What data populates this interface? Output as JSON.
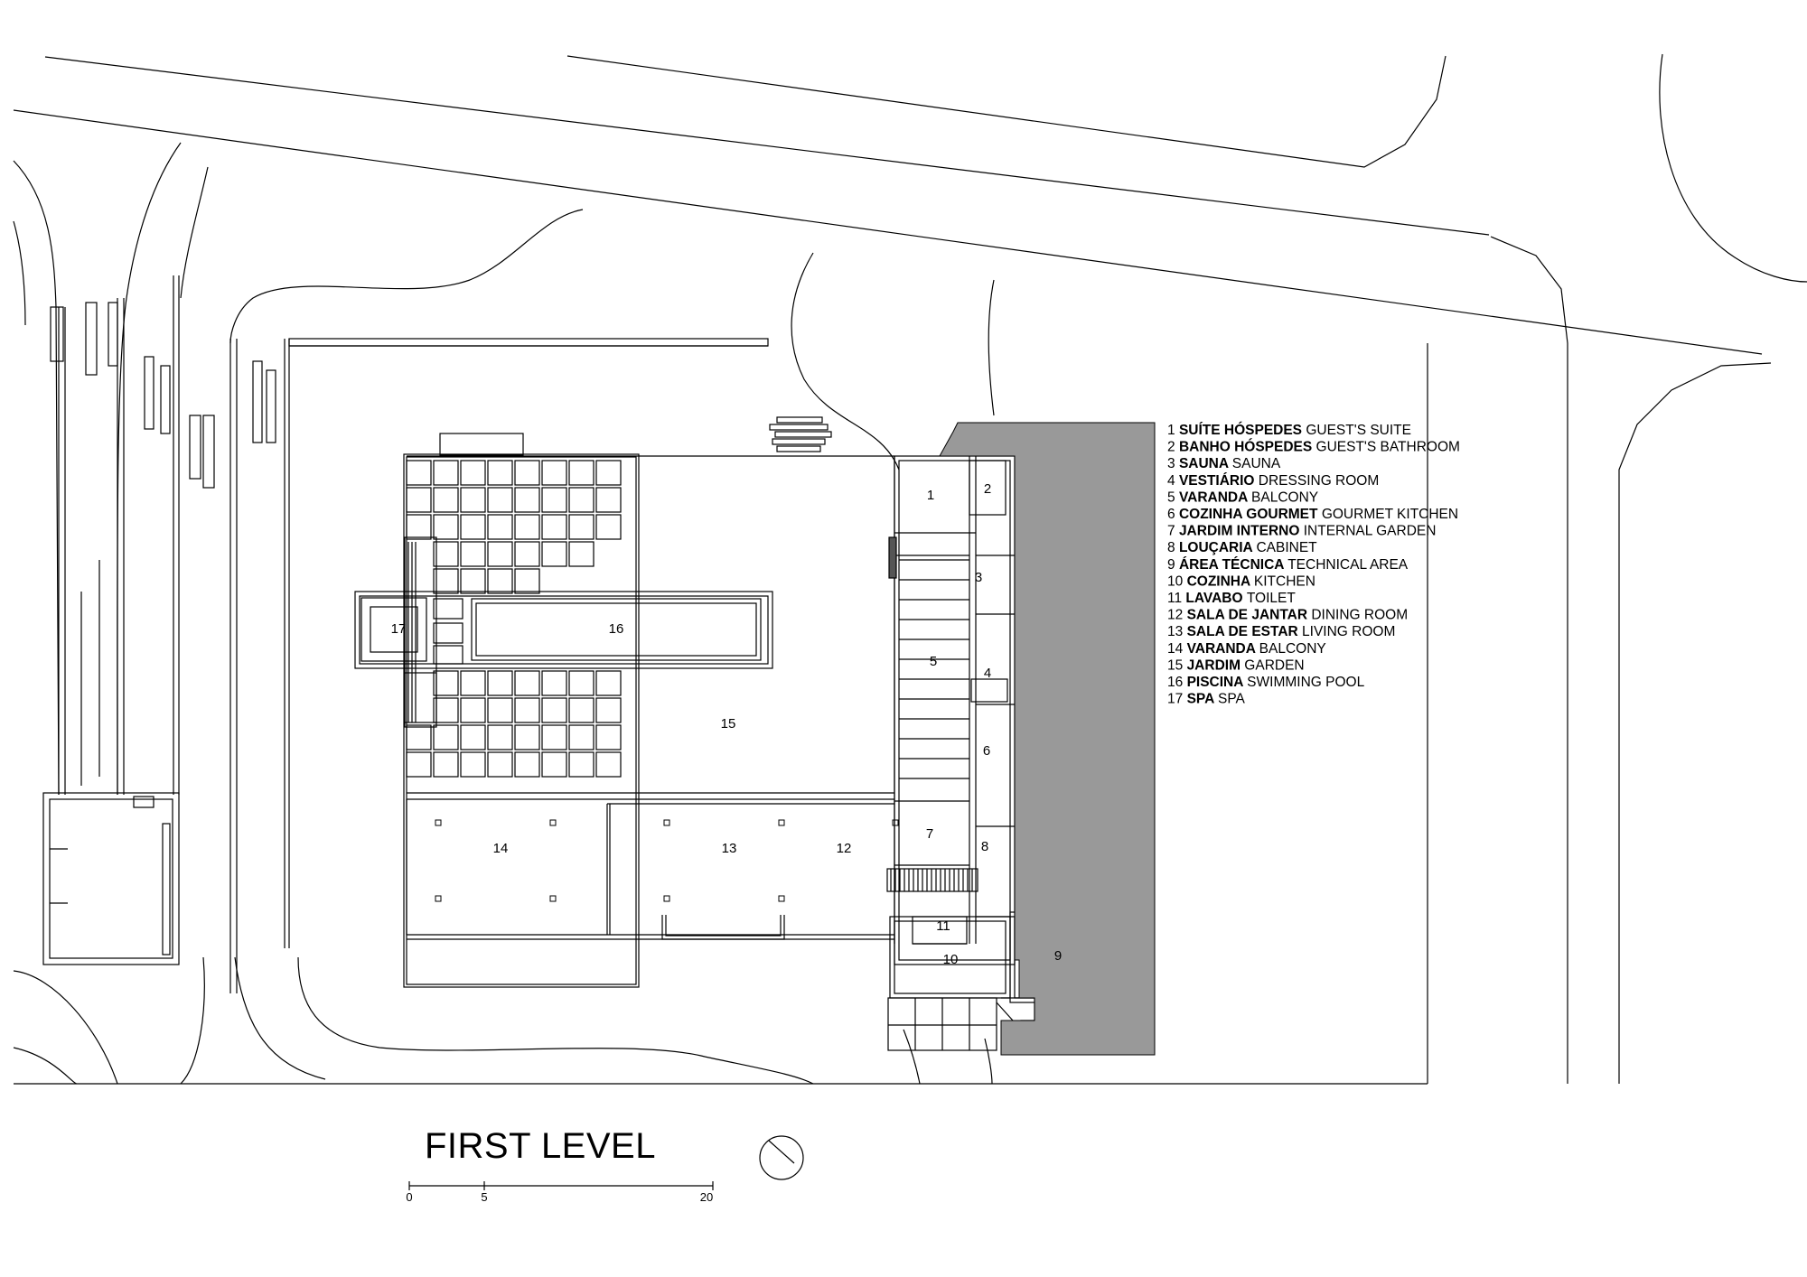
{
  "drawing": {
    "title": "FIRST LEVEL",
    "scale_labels": [
      "0",
      "5",
      "20"
    ],
    "colors": {
      "line": "#000000",
      "adjacent_fill": "#999999",
      "background": "#ffffff"
    }
  },
  "rooms": {
    "r1": "1",
    "r2": "2",
    "r3": "3",
    "r4": "4",
    "r5": "5",
    "r6": "6",
    "r7": "7",
    "r8": "8",
    "r9": "9",
    "r10": "10",
    "r11": "11",
    "r12": "12",
    "r13": "13",
    "r14": "14",
    "r15": "15",
    "r16": "16",
    "r17": "17"
  },
  "legend": [
    {
      "num": "1",
      "pt": "SUÍTE HÓSPEDES",
      "en": "GUEST'S SUITE"
    },
    {
      "num": "2",
      "pt": "BANHO HÓSPEDES",
      "en": "GUEST'S BATHROOM"
    },
    {
      "num": "3",
      "pt": "SAUNA",
      "en": "SAUNA"
    },
    {
      "num": "4",
      "pt": "VESTIÁRIO",
      "en": "DRESSING ROOM"
    },
    {
      "num": "5",
      "pt": "VARANDA",
      "en": "BALCONY"
    },
    {
      "num": "6",
      "pt": "COZINHA GOURMET",
      "en": "GOURMET KITCHEN"
    },
    {
      "num": "7",
      "pt": "JARDIM INTERNO",
      "en": "INTERNAL GARDEN"
    },
    {
      "num": "8",
      "pt": "LOUÇARIA",
      "en": "CABINET"
    },
    {
      "num": "9",
      "pt": "ÁREA TÉCNICA",
      "en": "TECHNICAL AREA"
    },
    {
      "num": "10",
      "pt": "COZINHA",
      "en": "KITCHEN"
    },
    {
      "num": "11",
      "pt": "LAVABO",
      "en": "TOILET"
    },
    {
      "num": "12",
      "pt": "SALA DE JANTAR",
      "en": "DINING ROOM"
    },
    {
      "num": "13",
      "pt": "SALA DE ESTAR",
      "en": "LIVING ROOM"
    },
    {
      "num": "14",
      "pt": "VARANDA",
      "en": "BALCONY"
    },
    {
      "num": "15",
      "pt": "JARDIM",
      "en": "GARDEN"
    },
    {
      "num": "16",
      "pt": "PISCINA",
      "en": "SWIMMING POOL"
    },
    {
      "num": "17",
      "pt": "SPA",
      "en": "SPA"
    }
  ]
}
